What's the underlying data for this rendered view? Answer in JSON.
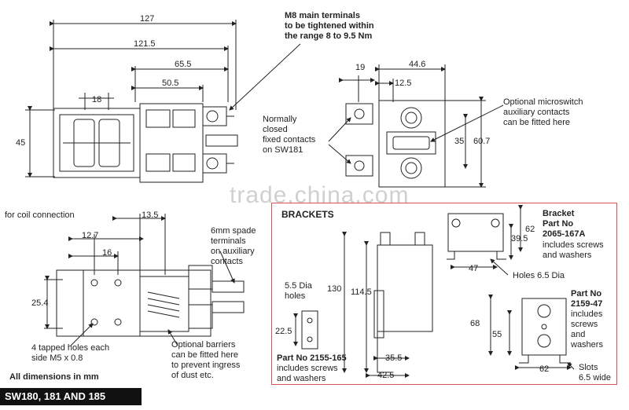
{
  "title": "SW180, 181 AND 185",
  "units_note": "All dimensions in mm",
  "watermark": "trade.china.com",
  "top_view": {
    "dims": [
      "127",
      "121.5",
      "65.5",
      "50.5",
      "18",
      "45"
    ],
    "m8_note": [
      "M8 main terminals",
      "to be tightened within",
      "the range 8 to 9.5 Nm"
    ]
  },
  "end_view": {
    "dims": [
      "19",
      "44.6",
      "12.5",
      "35",
      "60.7"
    ],
    "normally_closed_note": [
      "Normally",
      "closed",
      "fixed contacts",
      "on SW181"
    ],
    "microswitch_note": [
      "Optional microswitch",
      "auxiliary contacts",
      "can be fitted here"
    ]
  },
  "side_view": {
    "coil_note": "for coil connection",
    "dims": [
      "13.5",
      "12.7",
      "16",
      "25.4"
    ],
    "spade_note": [
      "6mm spade",
      "terminals",
      "on auxiliary",
      "contacts"
    ],
    "tapped_note": [
      "4 tapped holes each",
      "side M5 x 0.8"
    ],
    "barrier_note": [
      "Optional barriers",
      "can be fitted here",
      "to prevent ingress",
      "of dust etc."
    ]
  },
  "brackets": {
    "heading": "BRACKETS",
    "bracket_a": {
      "title": [
        "Bracket",
        "Part No",
        "2065-167A"
      ],
      "sub": [
        "includes screws",
        "and washers"
      ],
      "dims": [
        "62",
        "39.5",
        "47"
      ],
      "holes_note": "Holes 6.5 Dia"
    },
    "bracket_b": {
      "title": [
        "Part No",
        "2159-47"
      ],
      "sub": [
        "includes",
        "screws",
        "and",
        "washers"
      ],
      "dims": [
        "68",
        "55",
        "62"
      ],
      "slots_note": [
        "Slots",
        "6.5 wide"
      ]
    },
    "bracket_c": {
      "dia_note": [
        "5.5 Dia",
        "holes"
      ],
      "dims": [
        "22.5",
        "130",
        "114.5",
        "35.5",
        "42.5"
      ],
      "title": "Part No 2155-165",
      "sub": [
        "includes screws",
        "and washers"
      ]
    }
  }
}
